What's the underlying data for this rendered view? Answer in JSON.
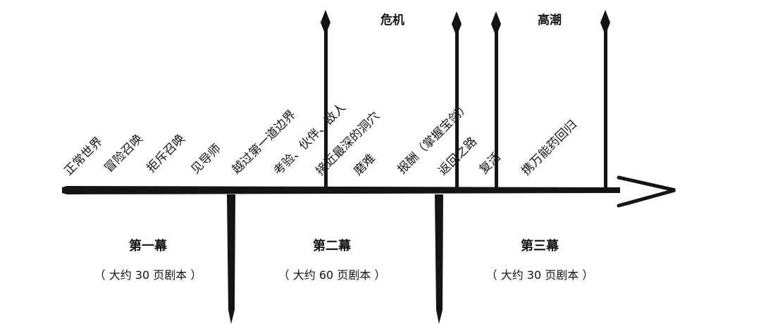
{
  "stages": [
    "正常世界",
    "冒险召唤",
    "拒斥召唤",
    "见导师",
    "越过第一道边界",
    "考验、伙伴、敌人",
    "接近最深的洞穴",
    "磨难",
    "报酬（掌握宝剑）",
    "返回之路",
    "复活",
    "携万能药回归"
  ],
  "peaks": {
    "crisis": "危机",
    "climax": "高潮"
  },
  "acts": [
    {
      "title": "第一幕",
      "pages": "（ 大约 30 页剧本 ）"
    },
    {
      "title": "第二幕",
      "pages": "（ 大约 60 页剧本 ）"
    },
    {
      "title": "第三幕",
      "pages": "（ 大约 30 页剧本 ）"
    }
  ]
}
